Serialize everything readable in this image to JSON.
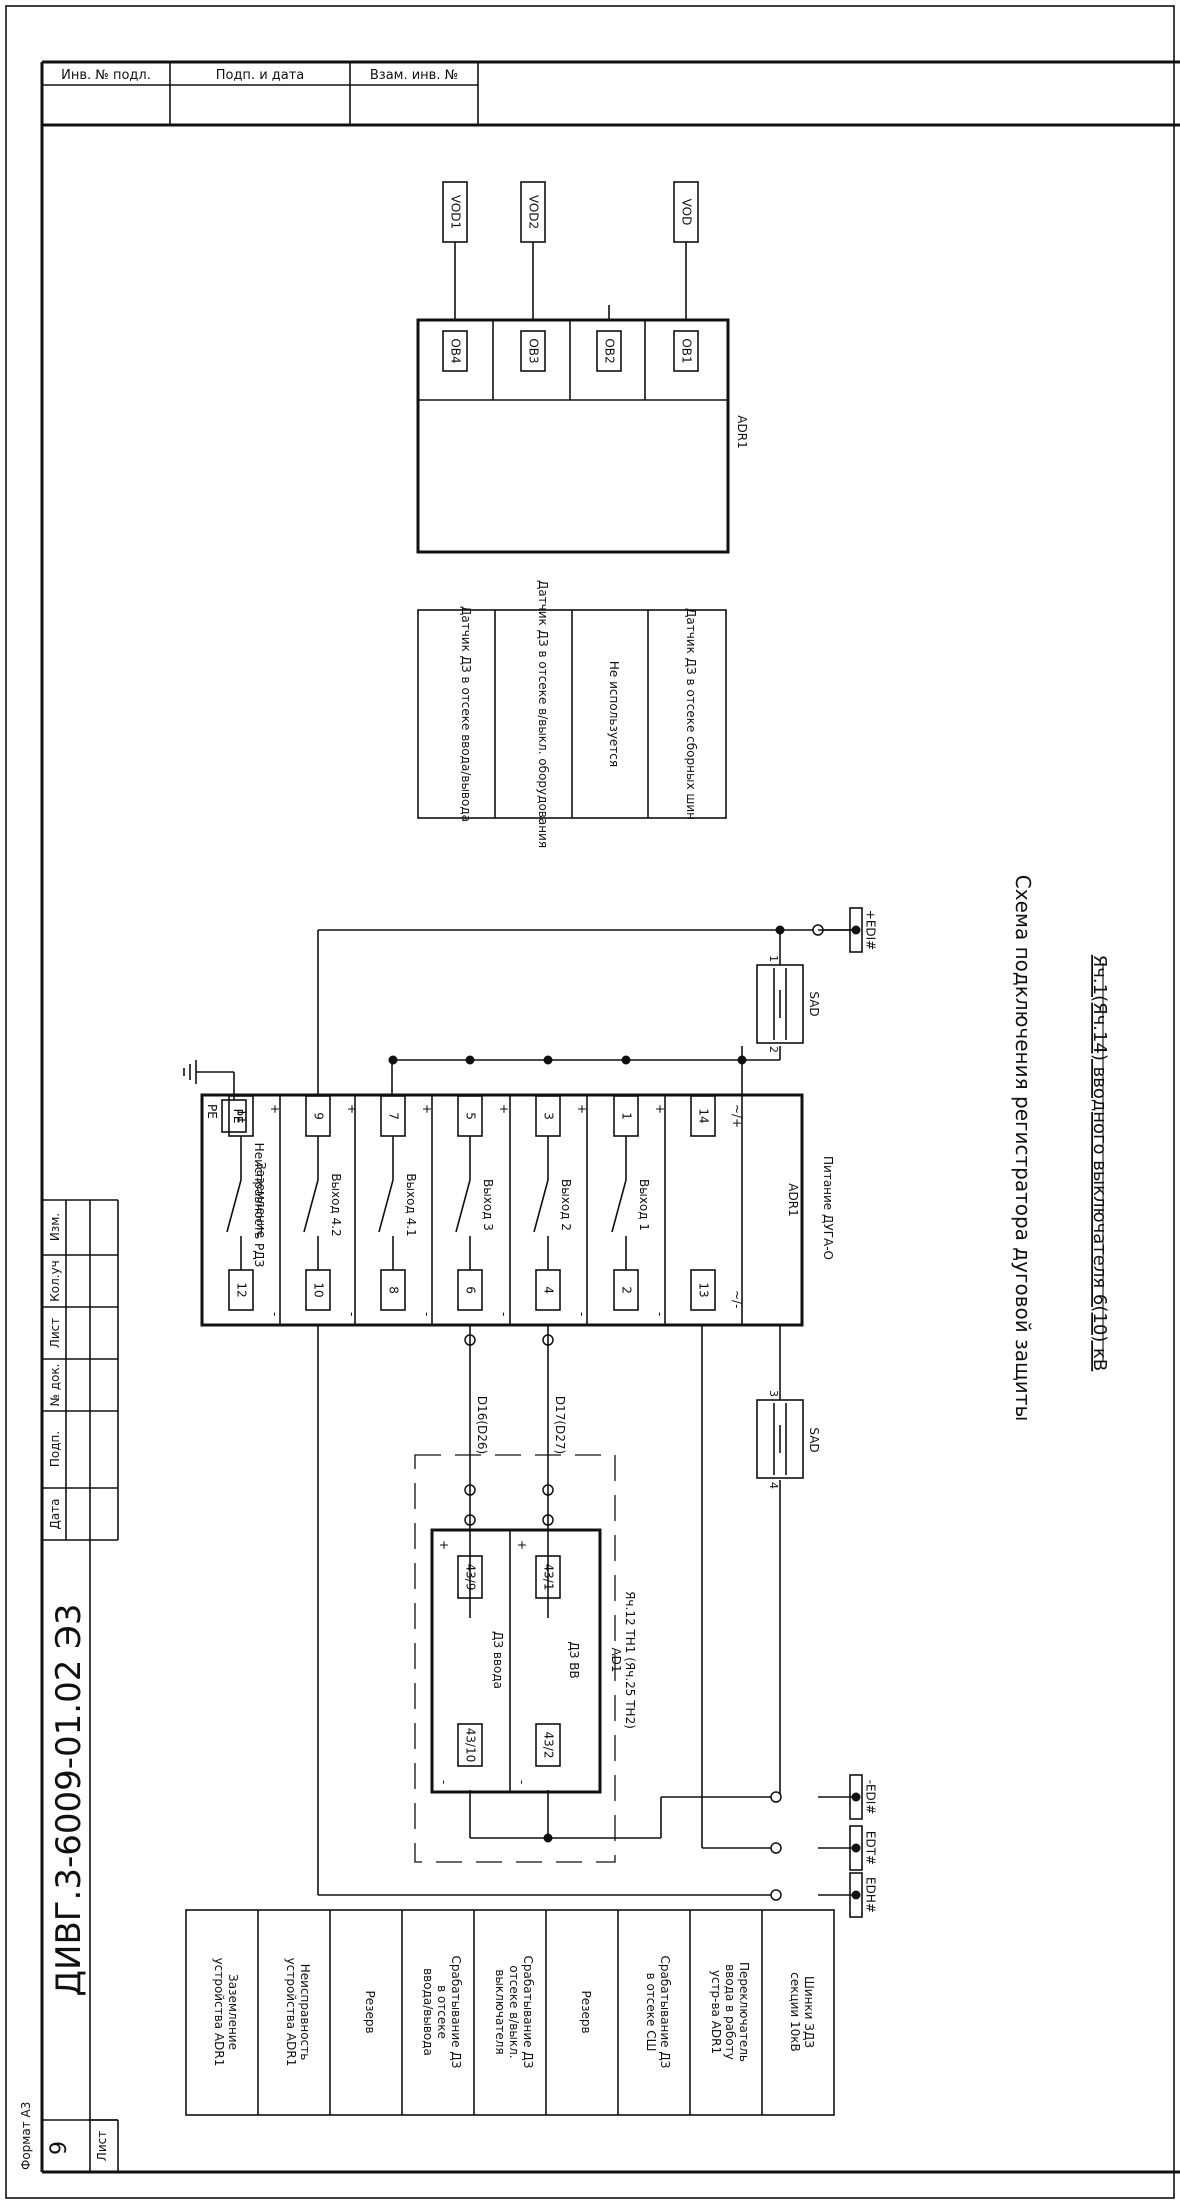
{
  "stamp": {
    "inv_original": "Инв. № подл.",
    "sign_date": "Подп. и дата",
    "replaces_inv": "Взам. инв. №",
    "col_izm": "Изм.",
    "col_kolch": "Кол.уч",
    "col_list": "Лист",
    "col_ndok": "№ док.",
    "col_podp": "Подп.",
    "col_data": "Дата",
    "doc_code": "ДИВГ.3-6009-01.02 Э3",
    "sheet_label": "Лист",
    "sheet_number": "9",
    "format": "Формат А3"
  },
  "title": {
    "main": "Схема подключения регистратора дуговой защиты",
    "sub": "Яч.1(Яч.14) вводного выключателя 6(10) кВ"
  },
  "top_block": {
    "device": "ADR1",
    "ports": [
      "ОВ4",
      "ОВ3",
      "ОВ2",
      "ОВ1"
    ],
    "sensors": [
      "VOD1",
      "VOD2",
      "VOD"
    ]
  },
  "sensor_table": [
    "Датчик ДЗ в отсеке ввода/вывода",
    "Датчик ДЗ в отсеке в/выкл. оборудования",
    "Не используется",
    "Датчик ДЗ в отсеке сборных шин"
  ],
  "adr_block": {
    "device": "ADR1",
    "power_label": "Питание ДУГА-О",
    "power_left": "14",
    "power_right": "13",
    "power_plus": "~/+",
    "power_minus": "~/-",
    "outputs": [
      {
        "label": "Выход 1",
        "left": "1",
        "right": "2"
      },
      {
        "label": "Выход 2",
        "left": "3",
        "right": "4"
      },
      {
        "label": "Выход 3",
        "left": "5",
        "right": "6"
      },
      {
        "label": "Выход 4.1",
        "left": "7",
        "right": "8"
      },
      {
        "label": "Выход 4.2",
        "left": "9",
        "right": "10"
      },
      {
        "label": "Неисправность РДЗ",
        "left": "11",
        "right": "12"
      }
    ],
    "ground_label": "Заземление",
    "pe_inner": "PE",
    "pe_outer": "PE",
    "plus": "+",
    "minus": "-"
  },
  "switches": {
    "name": "SAD",
    "pins_top": [
      "1",
      "2"
    ],
    "pins_bottom": [
      "3",
      "4"
    ]
  },
  "buses": [
    "+EDI#",
    "-EDI#",
    "EDT#",
    "EDH#"
  ],
  "wires": [
    "D16(D26)",
    "D17(D27)"
  ],
  "cell_block": {
    "title": "Яч.12 ТН1 (Яч.25 ТН2)",
    "device": "AD1",
    "rows": [
      {
        "label": "ДЗ ВВ",
        "left": "43/1",
        "right": "43/2"
      },
      {
        "label": "ДЗ ввода",
        "left": "43/9",
        "right": "43/10"
      }
    ]
  },
  "function_table": [
    "Заземление устройства ADR1",
    "Неисправность устройства ADR1",
    "Резерв",
    "Срабатывание ДЗ в отсеке ввода/вывода",
    "Срабатывание ДЗ отсеке в/выкл. выключателя",
    "Резерв",
    "Срабатывание ДЗ в отсеке СШ",
    "Переключатель ввода в работу устр-ва ADR1",
    "Шинки ЗДЗ секции 10кВ"
  ]
}
